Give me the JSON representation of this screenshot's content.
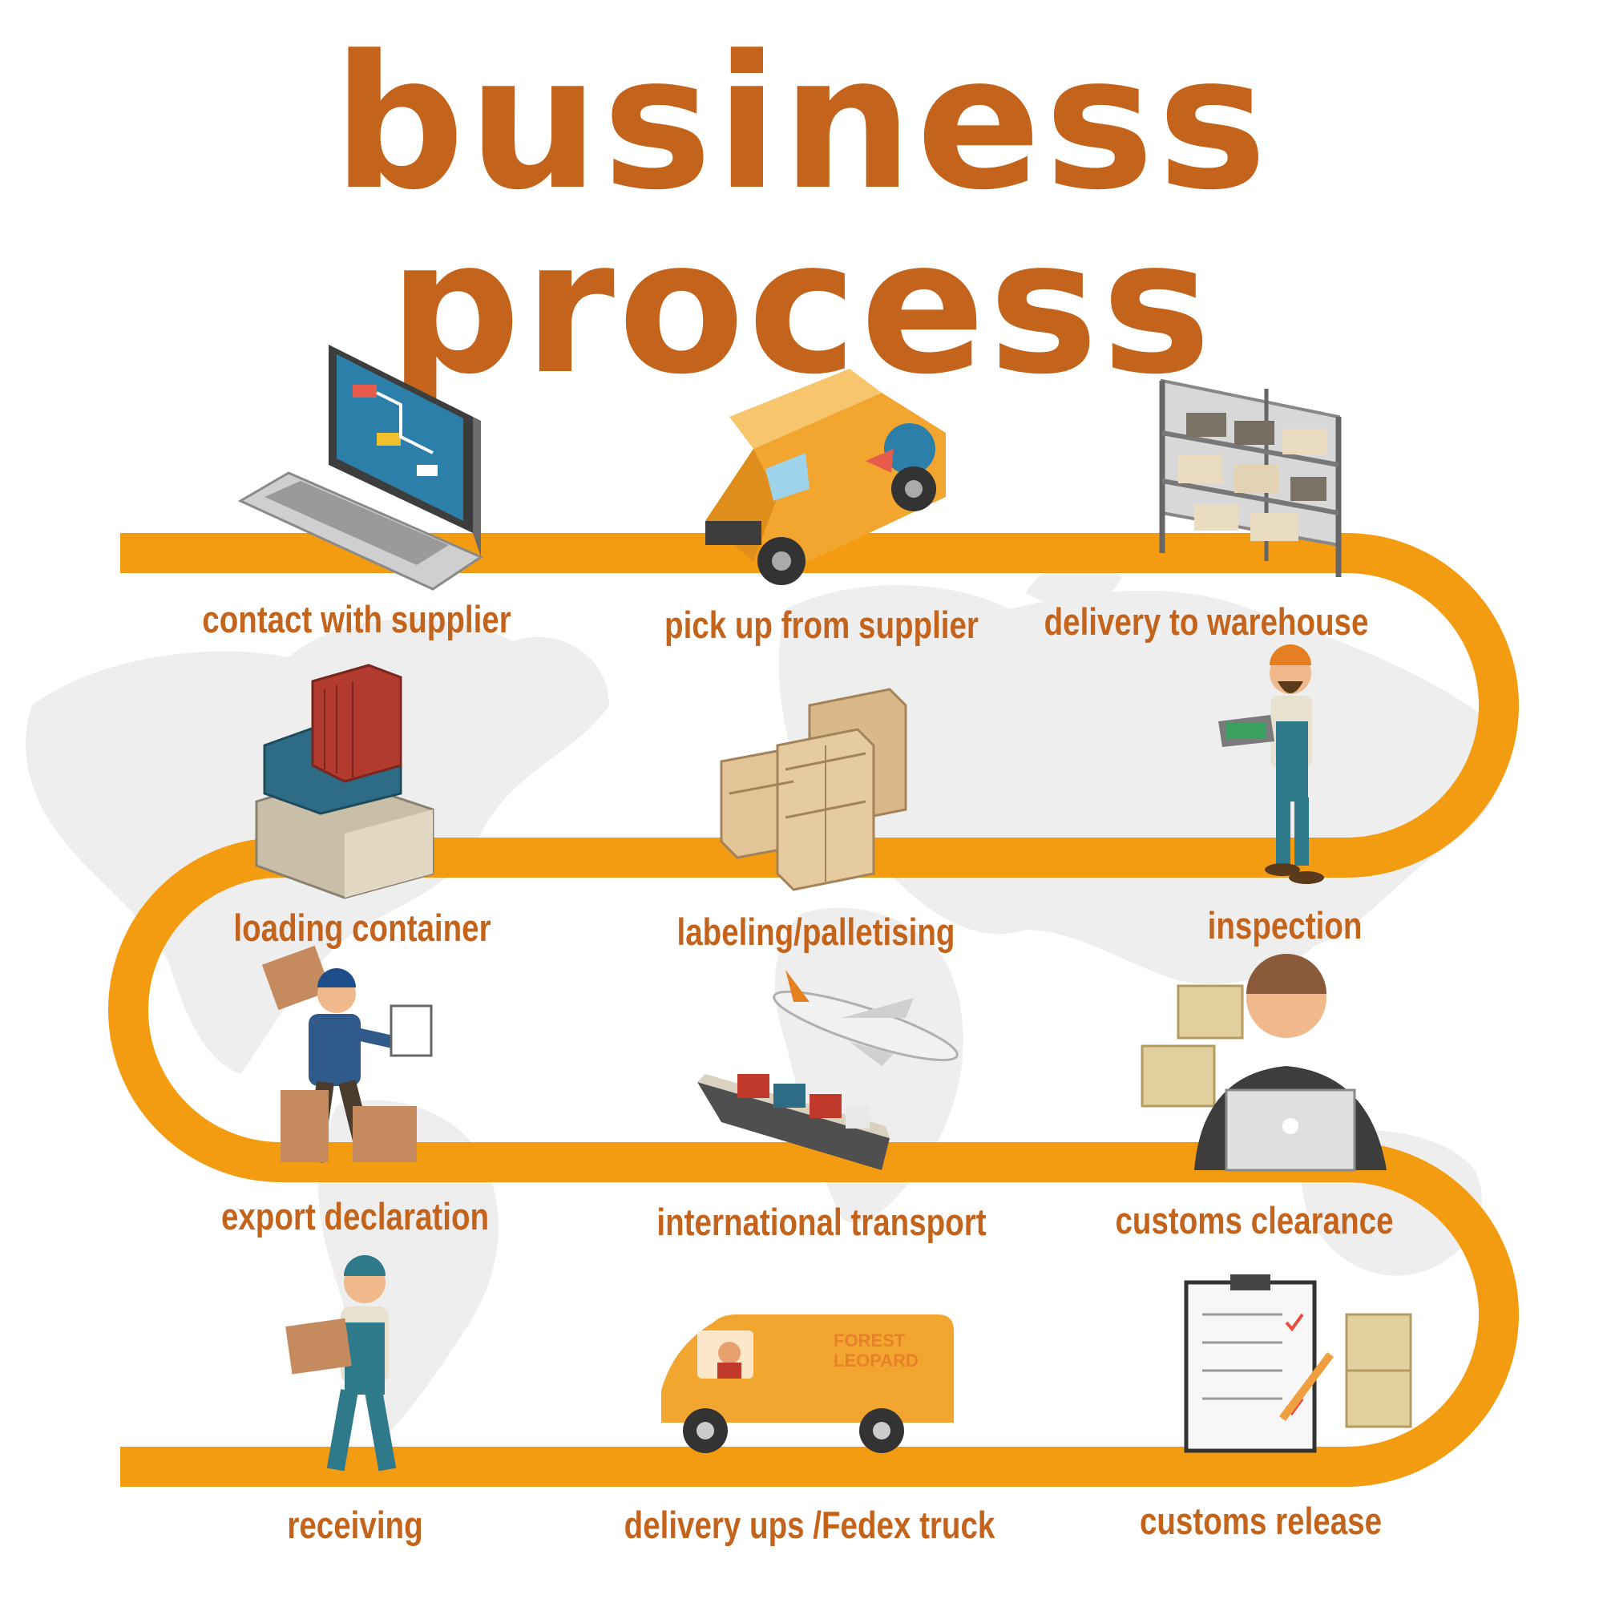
{
  "title": "business process",
  "steps": [
    {
      "label": "contact with supplier"
    },
    {
      "label": "pick up from supplier"
    },
    {
      "label": "delivery to warehouse"
    },
    {
      "label": "inspection"
    },
    {
      "label": "labeling/palletising"
    },
    {
      "label": "loading container"
    },
    {
      "label": "export declaration"
    },
    {
      "label": "international  transport"
    },
    {
      "label": "customs clearance"
    },
    {
      "label": "customs release"
    },
    {
      "label": "delivery ups /Fedex truck"
    },
    {
      "label": "receiving"
    }
  ],
  "van_logo": {
    "line1": "FOREST",
    "line2": "LEOPARD"
  },
  "icons": [
    "laptop-icon",
    "van-icon",
    "shelf-icon",
    "inspector-icon",
    "crates-icon",
    "containers-icon",
    "porter-icon",
    "plane-ship-icon",
    "support-agent-icon",
    "clipboard-icon",
    "delivery-van-icon",
    "courier-icon"
  ],
  "colors": {
    "title": "#c4641c",
    "path": "#f39c12",
    "label": "#c4641c",
    "map": "#eeeeee"
  }
}
